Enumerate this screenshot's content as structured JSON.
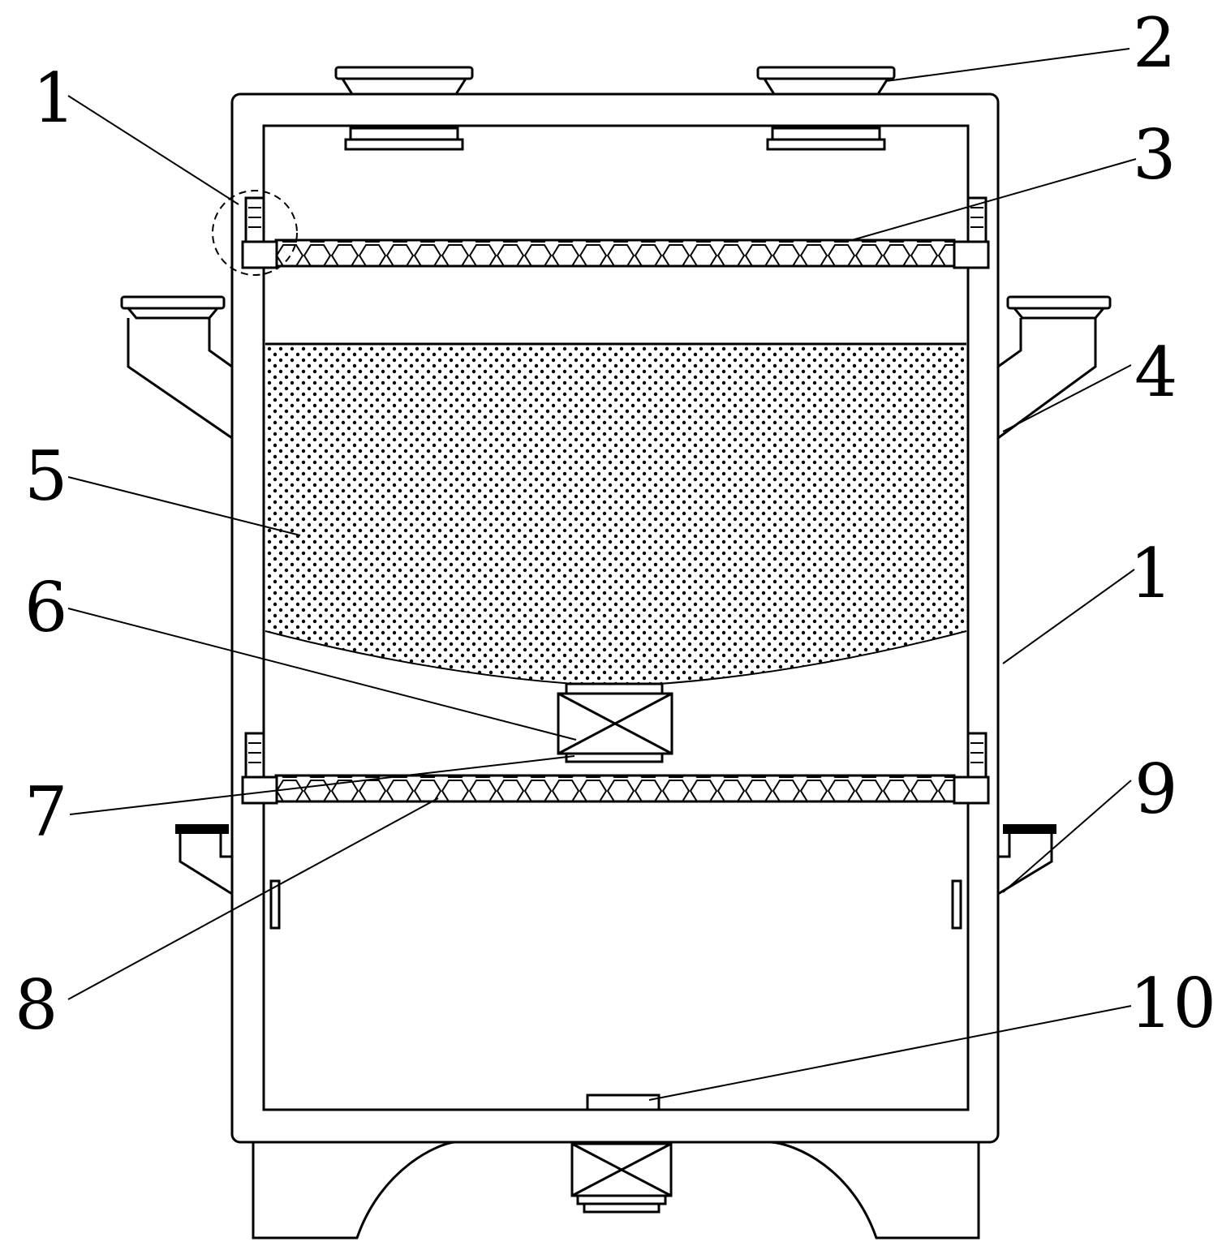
{
  "figure": {
    "callouts": [
      {
        "id": "c1a",
        "text": "1"
      },
      {
        "id": "c2",
        "text": "2"
      },
      {
        "id": "c3",
        "text": "3"
      },
      {
        "id": "c4",
        "text": "4"
      },
      {
        "id": "c5",
        "text": "5"
      },
      {
        "id": "c6",
        "text": "6"
      },
      {
        "id": "c1b",
        "text": "1"
      },
      {
        "id": "c7",
        "text": "7"
      },
      {
        "id": "c9",
        "text": "9"
      },
      {
        "id": "c8",
        "text": "8"
      },
      {
        "id": "c10",
        "text": "10"
      }
    ]
  }
}
